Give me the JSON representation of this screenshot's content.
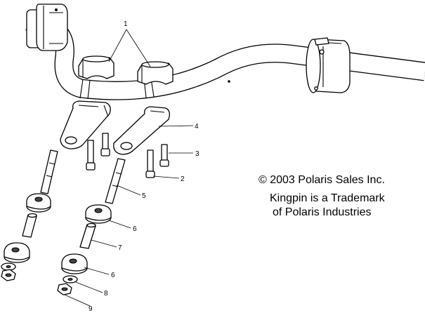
{
  "callouts": {
    "c1": "1",
    "c2": "2",
    "c3": "3",
    "c4": "4",
    "c5": "5",
    "c6a": "6",
    "c6b": "6",
    "c7": "7",
    "c8": "8",
    "c9": "9"
  },
  "notes": {
    "copyright": "© 2003 Polaris Sales Inc.",
    "trademark_line1": "Kingpin is a Trademark",
    "trademark_line2": "of Polaris Industries"
  }
}
